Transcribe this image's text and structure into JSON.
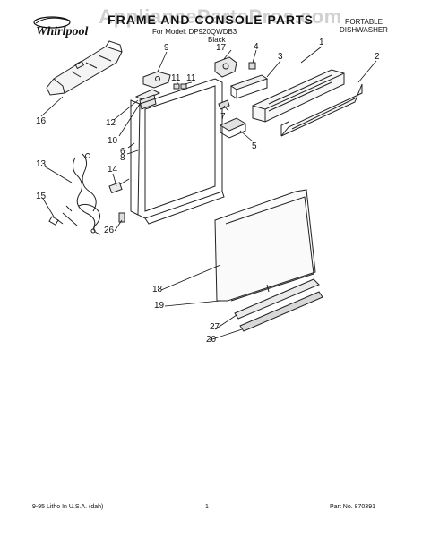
{
  "header": {
    "brand": "Whirlpool",
    "title": "FRAME AND CONSOLE PARTS",
    "model_line": "For Model: DP920QWDB3",
    "color": "Black",
    "category": [
      "PORTABLE",
      "DISHWASHER"
    ],
    "watermark": "AppliancePartsPros.com"
  },
  "callouts": [
    "1",
    "2",
    "3",
    "4",
    "5",
    "6",
    "7",
    "8",
    "9",
    "10",
    "11",
    "11",
    "12",
    "13",
    "14",
    "15",
    "16",
    "17",
    "18",
    "19",
    "20",
    "26",
    "27"
  ],
  "footer": {
    "left": "9-95 Litho In U.S.A. (dah)",
    "center": "1",
    "right": "Part No. 870391"
  }
}
